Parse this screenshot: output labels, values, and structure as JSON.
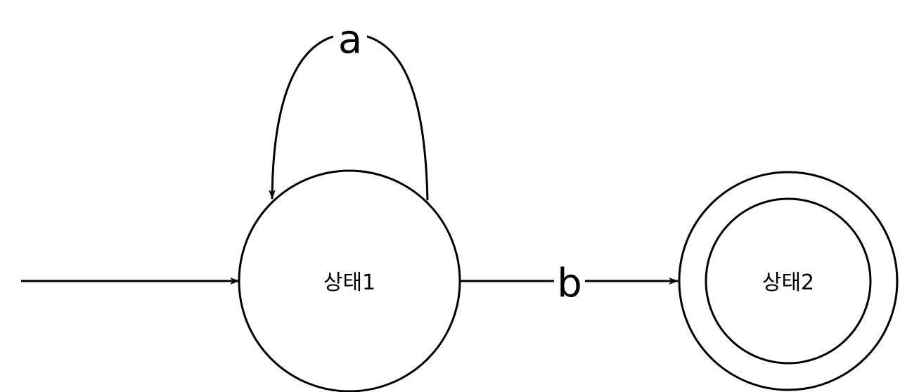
{
  "diagram": {
    "states": [
      {
        "id": "s1",
        "label": "상태1",
        "initial": true,
        "accepting": false
      },
      {
        "id": "s2",
        "label": "상태2",
        "initial": false,
        "accepting": true
      }
    ],
    "transitions": [
      {
        "from": "s1",
        "to": "s1",
        "label": "a"
      },
      {
        "from": "s1",
        "to": "s2",
        "label": "b"
      }
    ],
    "colors": {
      "stroke": "#000000",
      "background": "#ffffff"
    }
  }
}
